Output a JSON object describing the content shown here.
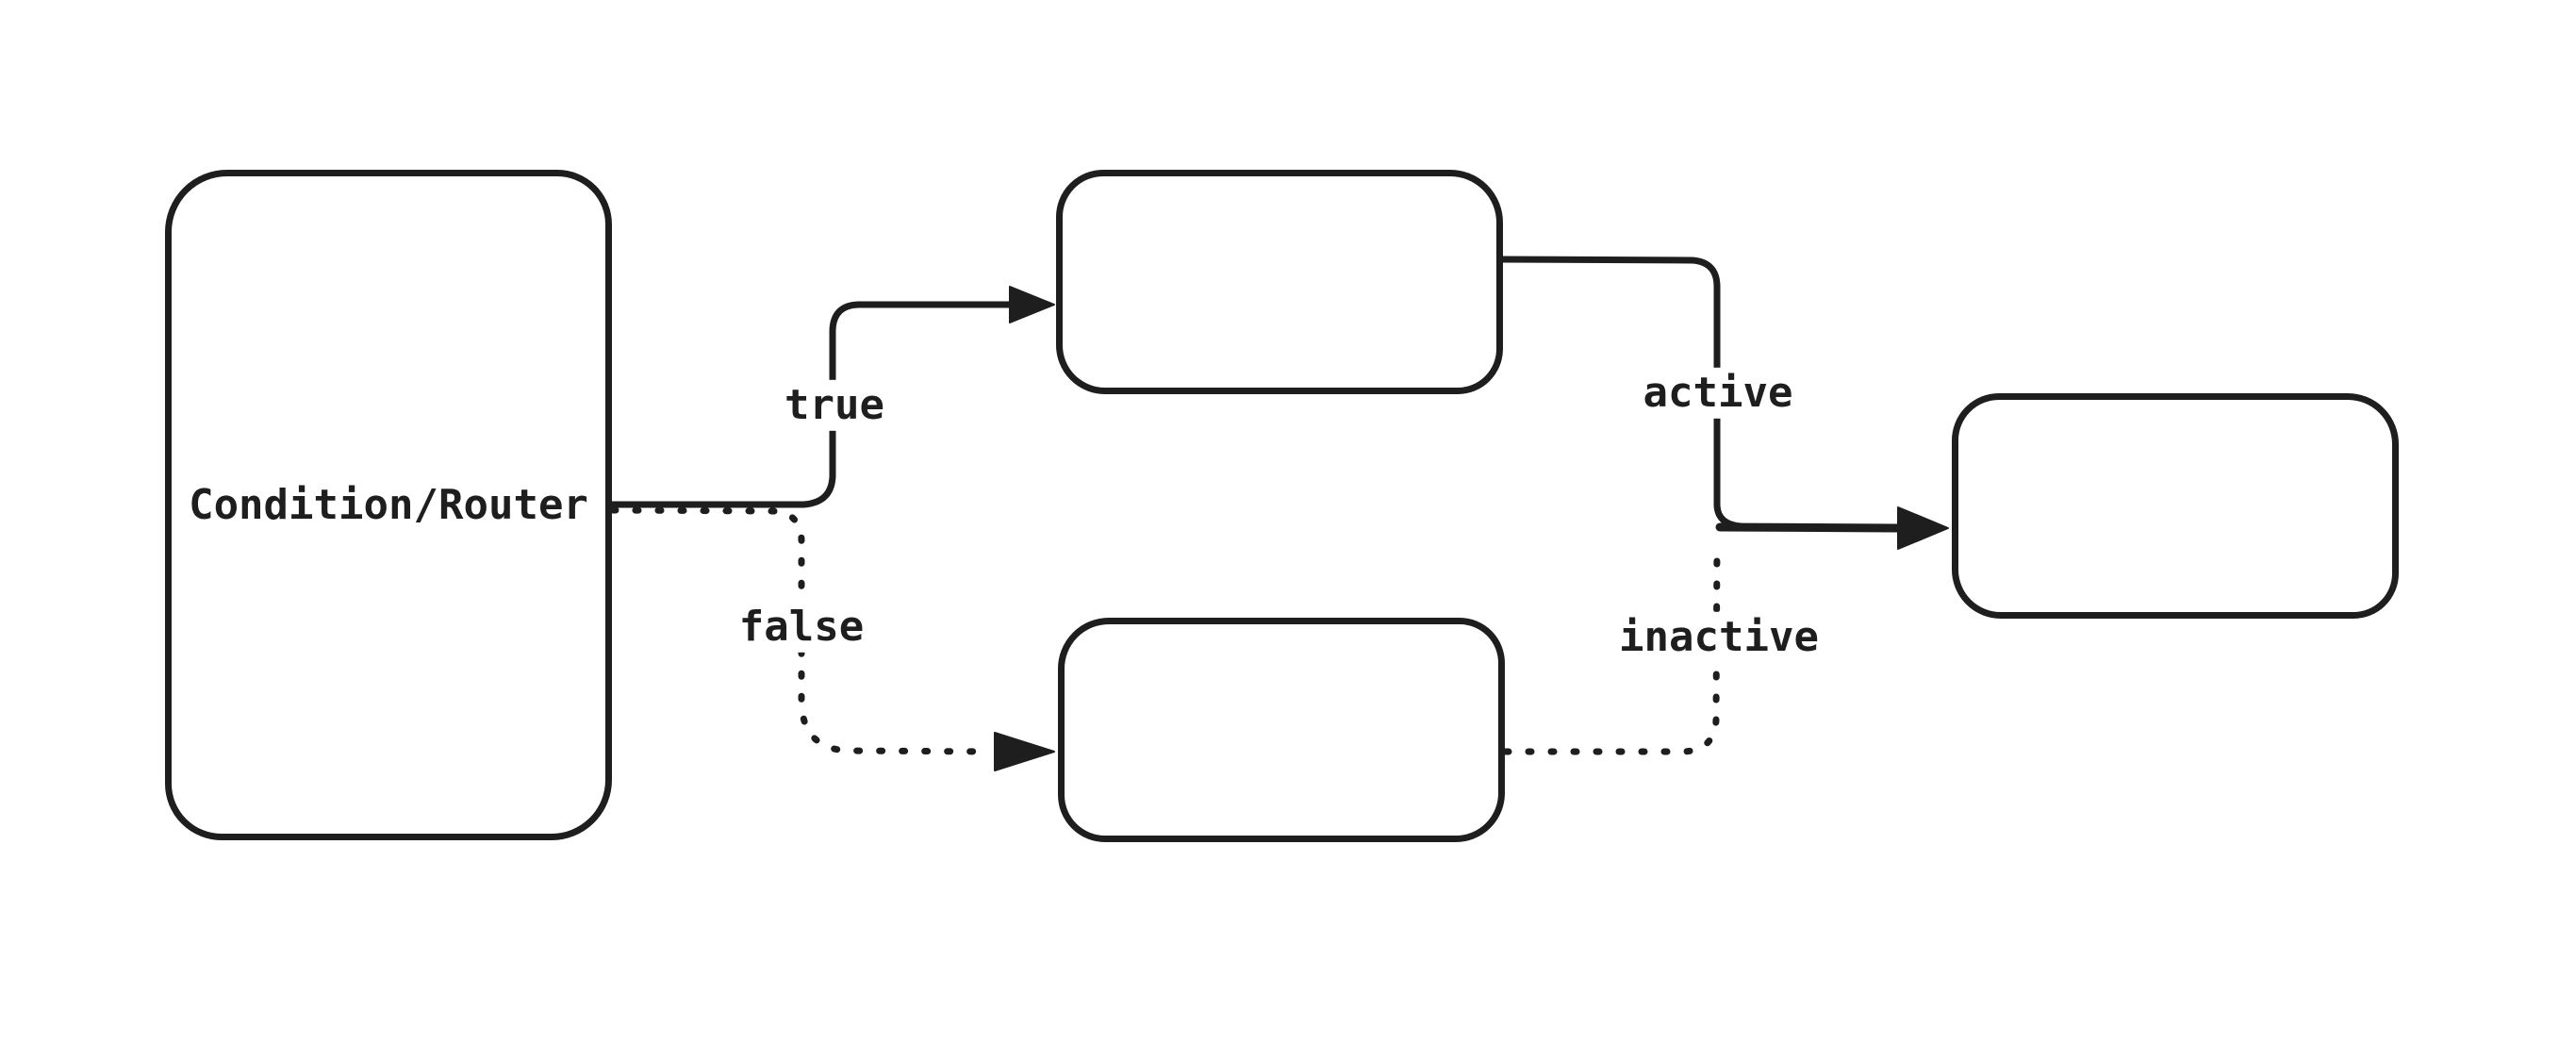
{
  "diagram": {
    "background_color": "#ffffff",
    "stroke_color": "#1e1e1e",
    "nodes": [
      {
        "id": "condition-router",
        "label": "Condition/Router"
      },
      {
        "id": "true-branch-box",
        "label": ""
      },
      {
        "id": "false-branch-box",
        "label": ""
      },
      {
        "id": "output-box",
        "label": ""
      }
    ],
    "edges": [
      {
        "id": "true-edge",
        "label": "true",
        "style": "solid",
        "from": "condition-router",
        "to": "true-branch-box"
      },
      {
        "id": "false-edge",
        "label": "false",
        "style": "dotted",
        "from": "condition-router",
        "to": "false-branch-box"
      },
      {
        "id": "active-edge",
        "label": "active",
        "style": "solid",
        "from": "true-branch-box",
        "to": "output-box"
      },
      {
        "id": "inactive-edge",
        "label": "inactive",
        "style": "dotted",
        "from": "false-branch-box",
        "to": "output-box"
      }
    ]
  }
}
